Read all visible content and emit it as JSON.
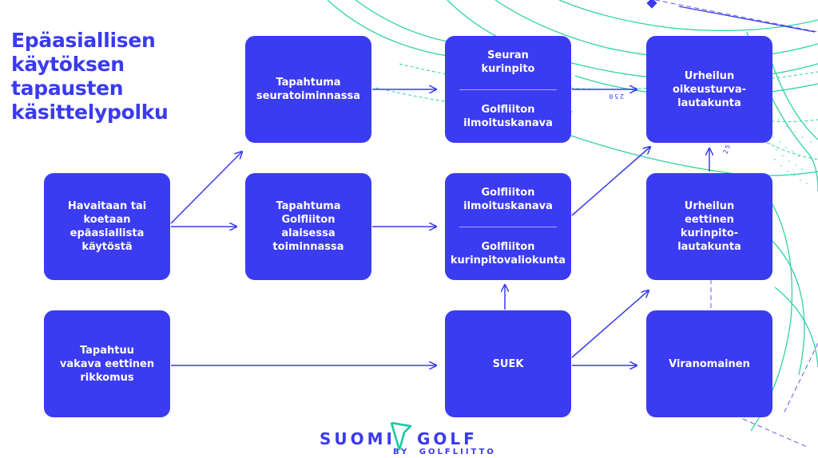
{
  "title": [
    "Epäasiallisen",
    "käytöksen",
    "tapausten",
    "käsittelypolku"
  ],
  "boxes": {
    "havaitaan": [
      "Havaitaan tai",
      "koetaan",
      "epäasiallista",
      "käytöstä"
    ],
    "seura": [
      "Tapahtuma",
      "seuratoiminnassa"
    ],
    "golfliitto_toiminta": [
      "Tapahtuma",
      "Golfliiton",
      "alaisessa",
      "toiminnassa"
    ],
    "vakava": [
      "Tapahtuu",
      "vakava eettinen",
      "rikkomus"
    ],
    "seuran_kurinpito": [
      "Seuran",
      "kurinpito"
    ],
    "ilmoituskanava_1": [
      "Golfliiton",
      "ilmoituskanava"
    ],
    "ilmoituskanava_2": [
      "Golfliiton",
      "ilmoituskanava"
    ],
    "kurinpitovaliokunta": [
      "Golfliiton",
      "kurinpitovaliokunta"
    ],
    "suek": [
      "SUEK"
    ],
    "oikeusturva": [
      "Urheilun",
      "oikeusturva-",
      "lautakunta"
    ],
    "eettinen": [
      "Urheilun",
      "eettinen",
      "kurinpito-",
      "lautakunta"
    ],
    "viranomainen": [
      "Viranomainen"
    ]
  },
  "logo": {
    "left": "SUOMI",
    "right": "GOLF",
    "sub": "BY",
    "sub2": "GOLFLIITTO"
  },
  "map_labels": [
    "250",
    "25"
  ],
  "colors": {
    "box": "#3b3bf2",
    "arrow": "#3a3af0",
    "map_line": "#19c9a0",
    "map_dash": "#5b5bf0"
  }
}
